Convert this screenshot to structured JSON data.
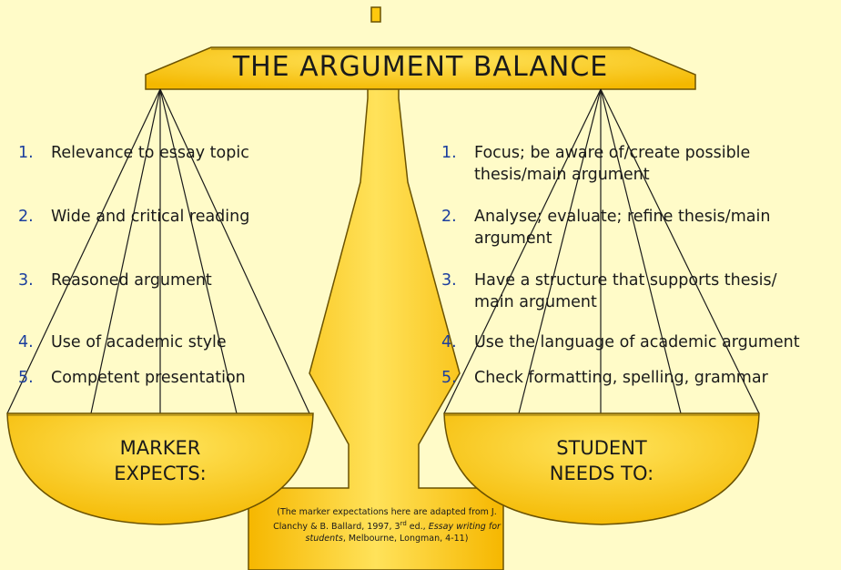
{
  "title": "THE ARGUMENT BALANCE",
  "marker": {
    "items": [
      {
        "num": "1.",
        "text": "Relevance to essay topic"
      },
      {
        "num": "2.",
        "text": "Wide and critical reading"
      },
      {
        "num": "3.",
        "text": "Reasoned argument"
      },
      {
        "num": "4.",
        "text": "Use of academic style"
      },
      {
        "num": "5.",
        "text": "Competent presentation"
      }
    ],
    "pan_label_line1": "MARKER",
    "pan_label_line2": "EXPECTS:"
  },
  "student": {
    "items": [
      {
        "num": "1.",
        "line1": "Focus; be aware of/create possible",
        "line2": "thesis/main argument"
      },
      {
        "num": "2.",
        "line1": "Analyse; evaluate; refine thesis/main",
        "line2": "argument"
      },
      {
        "num": "3.",
        "line1": "Have a structure that supports thesis/",
        "line2": "main argument"
      },
      {
        "num": "4.",
        "line1": "Use the language of academic argument",
        "line2": ""
      },
      {
        "num": "5.",
        "line1": "Check formatting, spelling, grammar",
        "line2": ""
      }
    ],
    "pan_label_line1": "STUDENT",
    "pan_label_line2": "NEEDS TO:"
  },
  "note": {
    "part1": "(The marker expectations here are adapted from J. Clanchy & B. Ballard, 1997, 3",
    "sup": "rd",
    "part2": " ed., ",
    "italic": "Essay writing for students",
    "part3": ", Melbourne, Longman, 4-11)"
  },
  "colors": {
    "gold": "#ffc90e",
    "outline": "#6b5200",
    "number": "#1c3f9e",
    "background": "#fffbc8"
  }
}
